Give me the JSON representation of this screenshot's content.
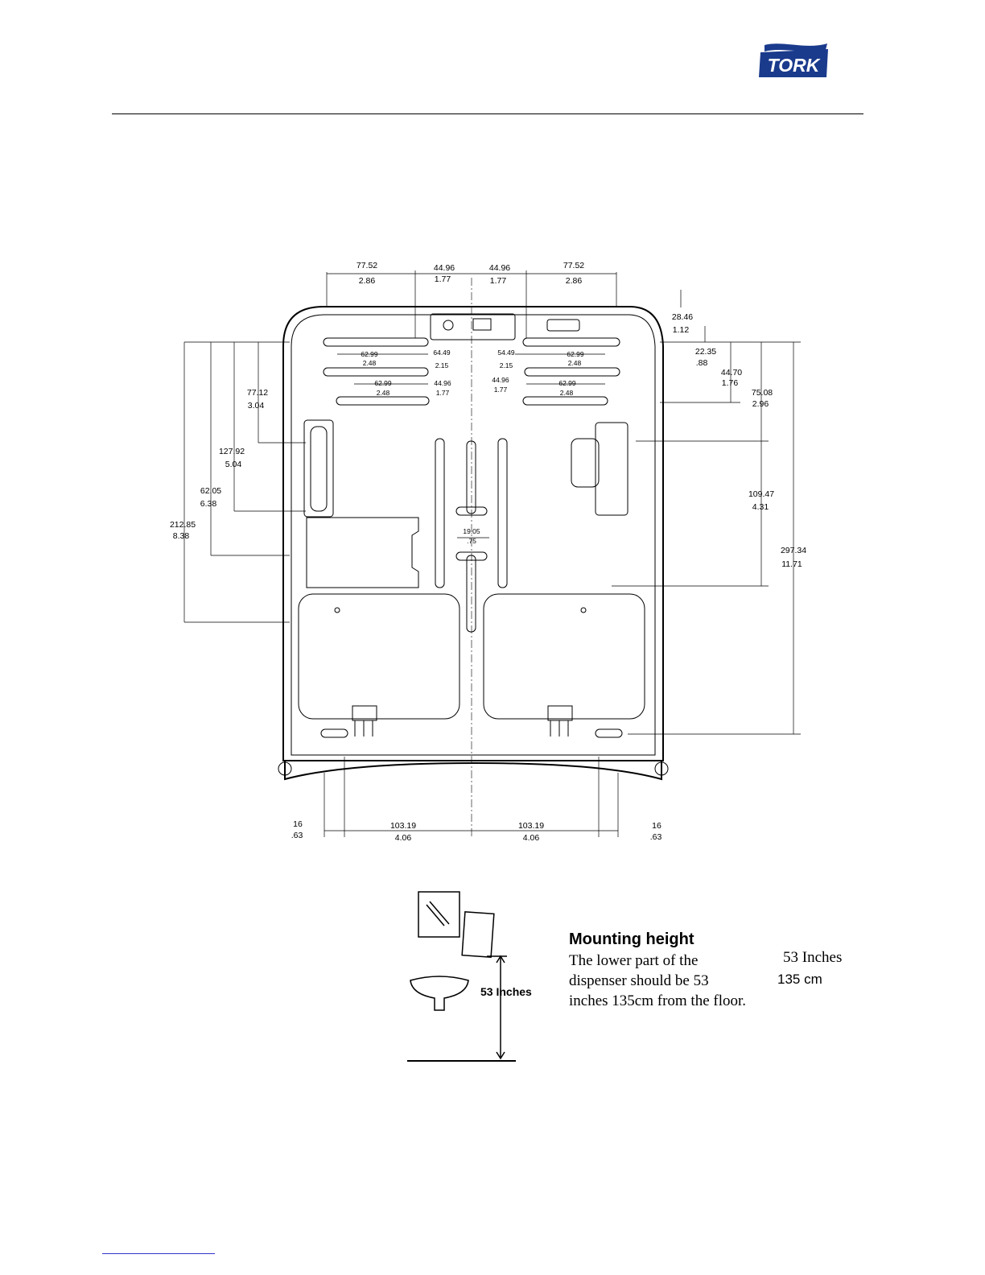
{
  "header": {
    "logo_text": "TORK",
    "brand_color": "#1a3a8c"
  },
  "drawing": {
    "top_dims": [
      {
        "mm": "77.52",
        "in": "2.86"
      },
      {
        "mm": "44.96",
        "in": "1.77"
      },
      {
        "mm": "44.96",
        "in": "1.77"
      },
      {
        "mm": "77.52",
        "in": "2.86"
      }
    ],
    "right_dims": [
      {
        "mm": "28.46",
        "in": "1.12"
      },
      {
        "mm": "22.35",
        "in": ".88"
      },
      {
        "mm": "44.70",
        "in": "1.76"
      },
      {
        "mm": "75.08",
        "in": "2.96"
      },
      {
        "mm": "109.47",
        "in": "4.31"
      },
      {
        "mm": "297.34",
        "in": "11.71"
      }
    ],
    "left_dims": [
      {
        "mm": "77.12",
        "in": "3.04"
      },
      {
        "mm": "127.92",
        "in": "5.04"
      },
      {
        "mm": "62.05",
        "in": "6.38"
      },
      {
        "mm": "212.85",
        "in": "8.38"
      }
    ],
    "inner_dims": [
      {
        "mm": "62.99",
        "in": "2.48"
      },
      {
        "mm": "64.49",
        "in": "2.15"
      },
      {
        "mm": "54.49",
        "in": "2.15"
      },
      {
        "mm": "62.99",
        "in": "2.48"
      },
      {
        "mm": "62.99",
        "in": "2.48"
      },
      {
        "mm": "44.96",
        "in": "1.77"
      },
      {
        "mm": "44.96",
        "in": "1.77"
      },
      {
        "mm": "62.99",
        "in": "2.48"
      },
      {
        "mm": "19.05",
        "in": ".75"
      }
    ],
    "bottom_dims": [
      {
        "mm": "16",
        "in": ".63"
      },
      {
        "mm": "103.19",
        "in": "4.06"
      },
      {
        "mm": "103.19",
        "in": "4.06"
      },
      {
        "mm": "16",
        "in": ".63"
      }
    ]
  },
  "mounting": {
    "title": "Mounting height",
    "lines": [
      "The lower part of the",
      "dispenser should be 53",
      "inches 135cm from the floor."
    ],
    "height_inches": "53 Inches",
    "height_cm": "135 cm",
    "figure_label": "53 Inches"
  }
}
